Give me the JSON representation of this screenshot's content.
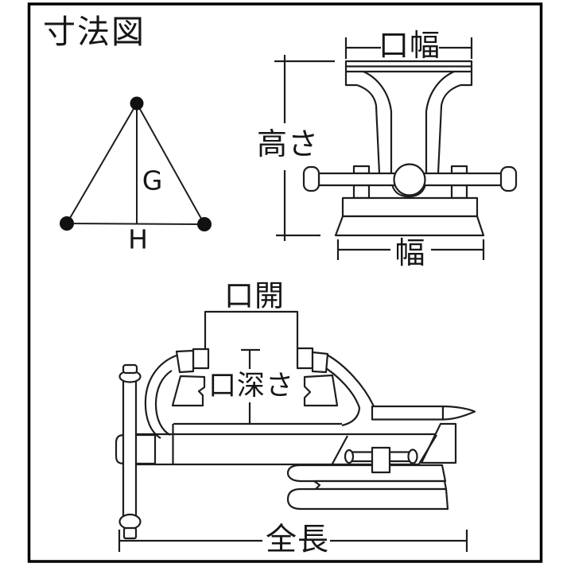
{
  "page": {
    "background_color": "#ffffff",
    "frame_color": "#000000",
    "line_color": "#1d1d1d"
  },
  "title": "寸法図",
  "triangle": {
    "median_label": "G",
    "base_label": "H"
  },
  "front_view": {
    "jaw_width_label": "口幅",
    "height_label": "高さ",
    "width_label": "幅"
  },
  "side_view": {
    "jaw_opening_label": "口開",
    "jaw_depth_label": "口深さ",
    "overall_length_label": "全長"
  }
}
